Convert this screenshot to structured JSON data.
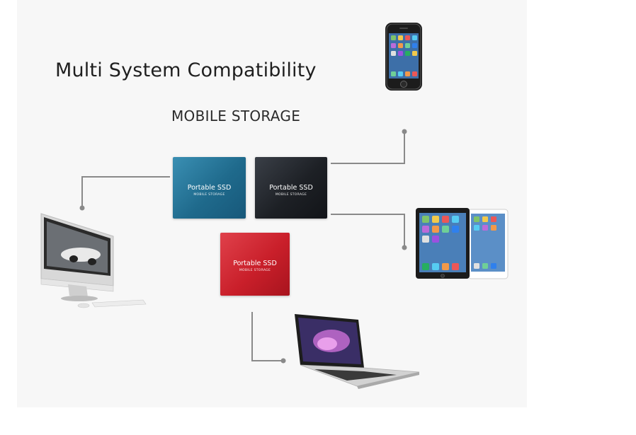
{
  "heading": {
    "title": "Multi System Compatibility",
    "subtitle": "MOBILE STORAGE"
  },
  "drives": [
    {
      "label": "Portable SSD",
      "sublabel": "MOBILE STORAGE",
      "color": "#1f6a8c"
    },
    {
      "label": "Portable SSD",
      "sublabel": "MOBILE STORAGE",
      "color": "#1d2025"
    },
    {
      "label": "Portable SSD",
      "sublabel": "MOBILE STORAGE",
      "color": "#c91f2a"
    }
  ],
  "devices": [
    "desktop-computer-icon",
    "smartphone-icon",
    "tablet-icon",
    "laptop-icon"
  ],
  "colors": {
    "connector": "#8a8a8a",
    "background": "#f7f7f7"
  }
}
